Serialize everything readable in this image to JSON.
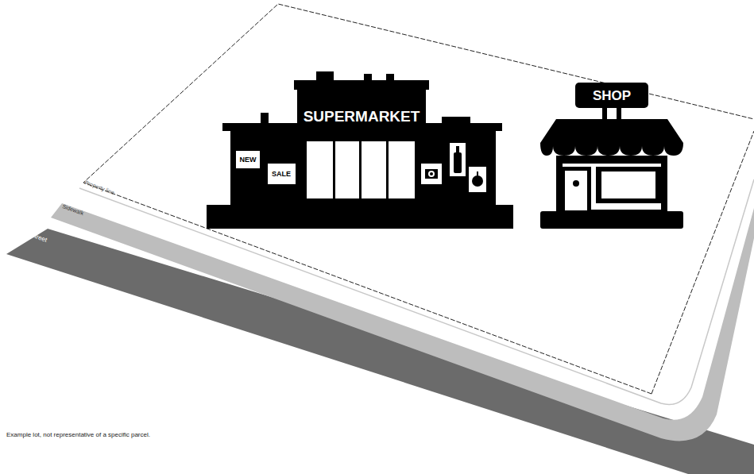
{
  "diagram": {
    "caption": "Example lot, not representative of a specific parcel.",
    "labels": [
      "SUPERMARKET",
      "NEW",
      "SALE",
      "SHOP",
      "Property line",
      "Sidewalk",
      "Street"
    ]
  }
}
